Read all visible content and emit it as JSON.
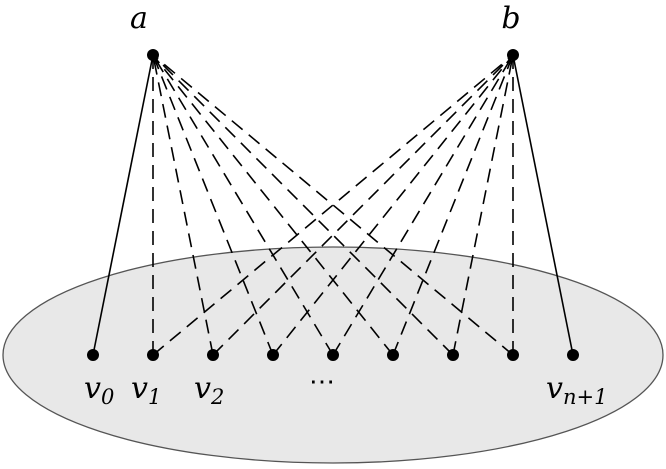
{
  "colors": {
    "ellipse_fill": "#e8e8e8",
    "ellipse_stroke": "#555555",
    "line": "#000000",
    "vertex": "#000000"
  },
  "labels": {
    "top_left": "a",
    "top_right": "b",
    "ellipsis": "⋯",
    "bottom": [
      {
        "base": "v",
        "sub": "0"
      },
      {
        "base": "v",
        "sub": "1"
      },
      {
        "base": "v",
        "sub": "2"
      },
      {
        "base": "v",
        "sub": "n+1"
      }
    ]
  },
  "graph": {
    "bottom_vertex_count": 9,
    "solid_edges": [
      {
        "from": "a",
        "to": 0
      },
      {
        "from": "b",
        "to": 8
      }
    ],
    "dashed_edges_from_a": [
      1,
      2,
      3,
      4,
      5,
      6,
      7
    ],
    "dashed_edges_from_b": [
      1,
      2,
      3,
      4,
      5,
      6,
      7
    ]
  }
}
